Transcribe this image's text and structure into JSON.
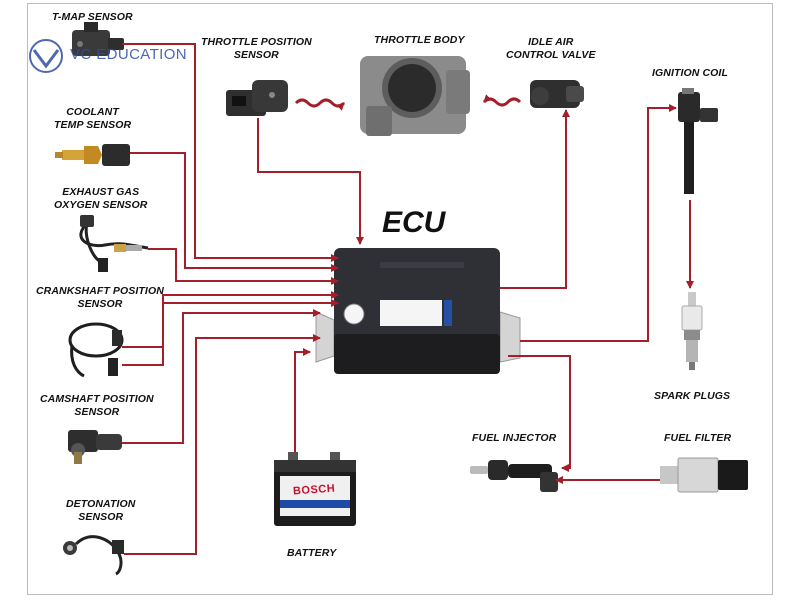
{
  "watermark": {
    "text": "VC EDUCATION"
  },
  "title": "ECU",
  "components": {
    "tmap": [
      "T-MAP SENSOR"
    ],
    "coolant": [
      "COOLANT",
      "TEMP SENSOR"
    ],
    "oxygen": [
      "EXHAUST GAS",
      "OXYGEN SENSOR"
    ],
    "crank": [
      "CRANKSHAFT POSITION",
      "SENSOR"
    ],
    "cam": [
      "CAMSHAFT POSITION",
      "SENSOR"
    ],
    "knock": [
      "DETONATION",
      "SENSOR"
    ],
    "tps": [
      "THROTTLE POSITION",
      "SENSOR"
    ],
    "throttle": [
      "THROTTLE BODY"
    ],
    "iac": [
      "IDLE AIR",
      "CONTROL VALVE"
    ],
    "coil": [
      "IGNITION COIL"
    ],
    "plugs": [
      "SPARK PLUGS"
    ],
    "injector": [
      "FUEL INJECTOR"
    ],
    "filter": [
      "FUEL FILTER"
    ],
    "battery": [
      "BATTERY"
    ]
  },
  "battery_brand": "BOSCH",
  "colors": {
    "wire": "#a3202a",
    "arrow": "#a3202a",
    "watermark": "#2f4ea5"
  }
}
